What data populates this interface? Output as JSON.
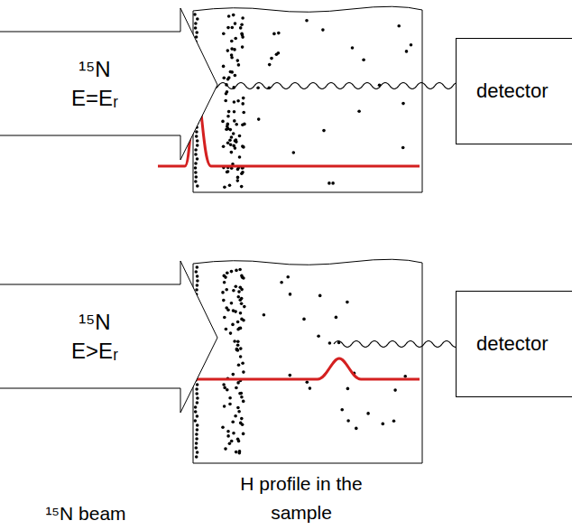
{
  "diagram": {
    "nodes": [
      {
        "text": [
          "¹⁵N E=Eᵣ"
        ]
      },
      {
        "text": [
          "detector"
        ]
      },
      {
        "text": [
          "¹⁵N E>Eᵣ"
        ]
      },
      {
        "text": [
          "detector"
        ]
      }
    ],
    "labels": [
      "¹⁵N beam",
      "H profile in the sample"
    ]
  }
}
